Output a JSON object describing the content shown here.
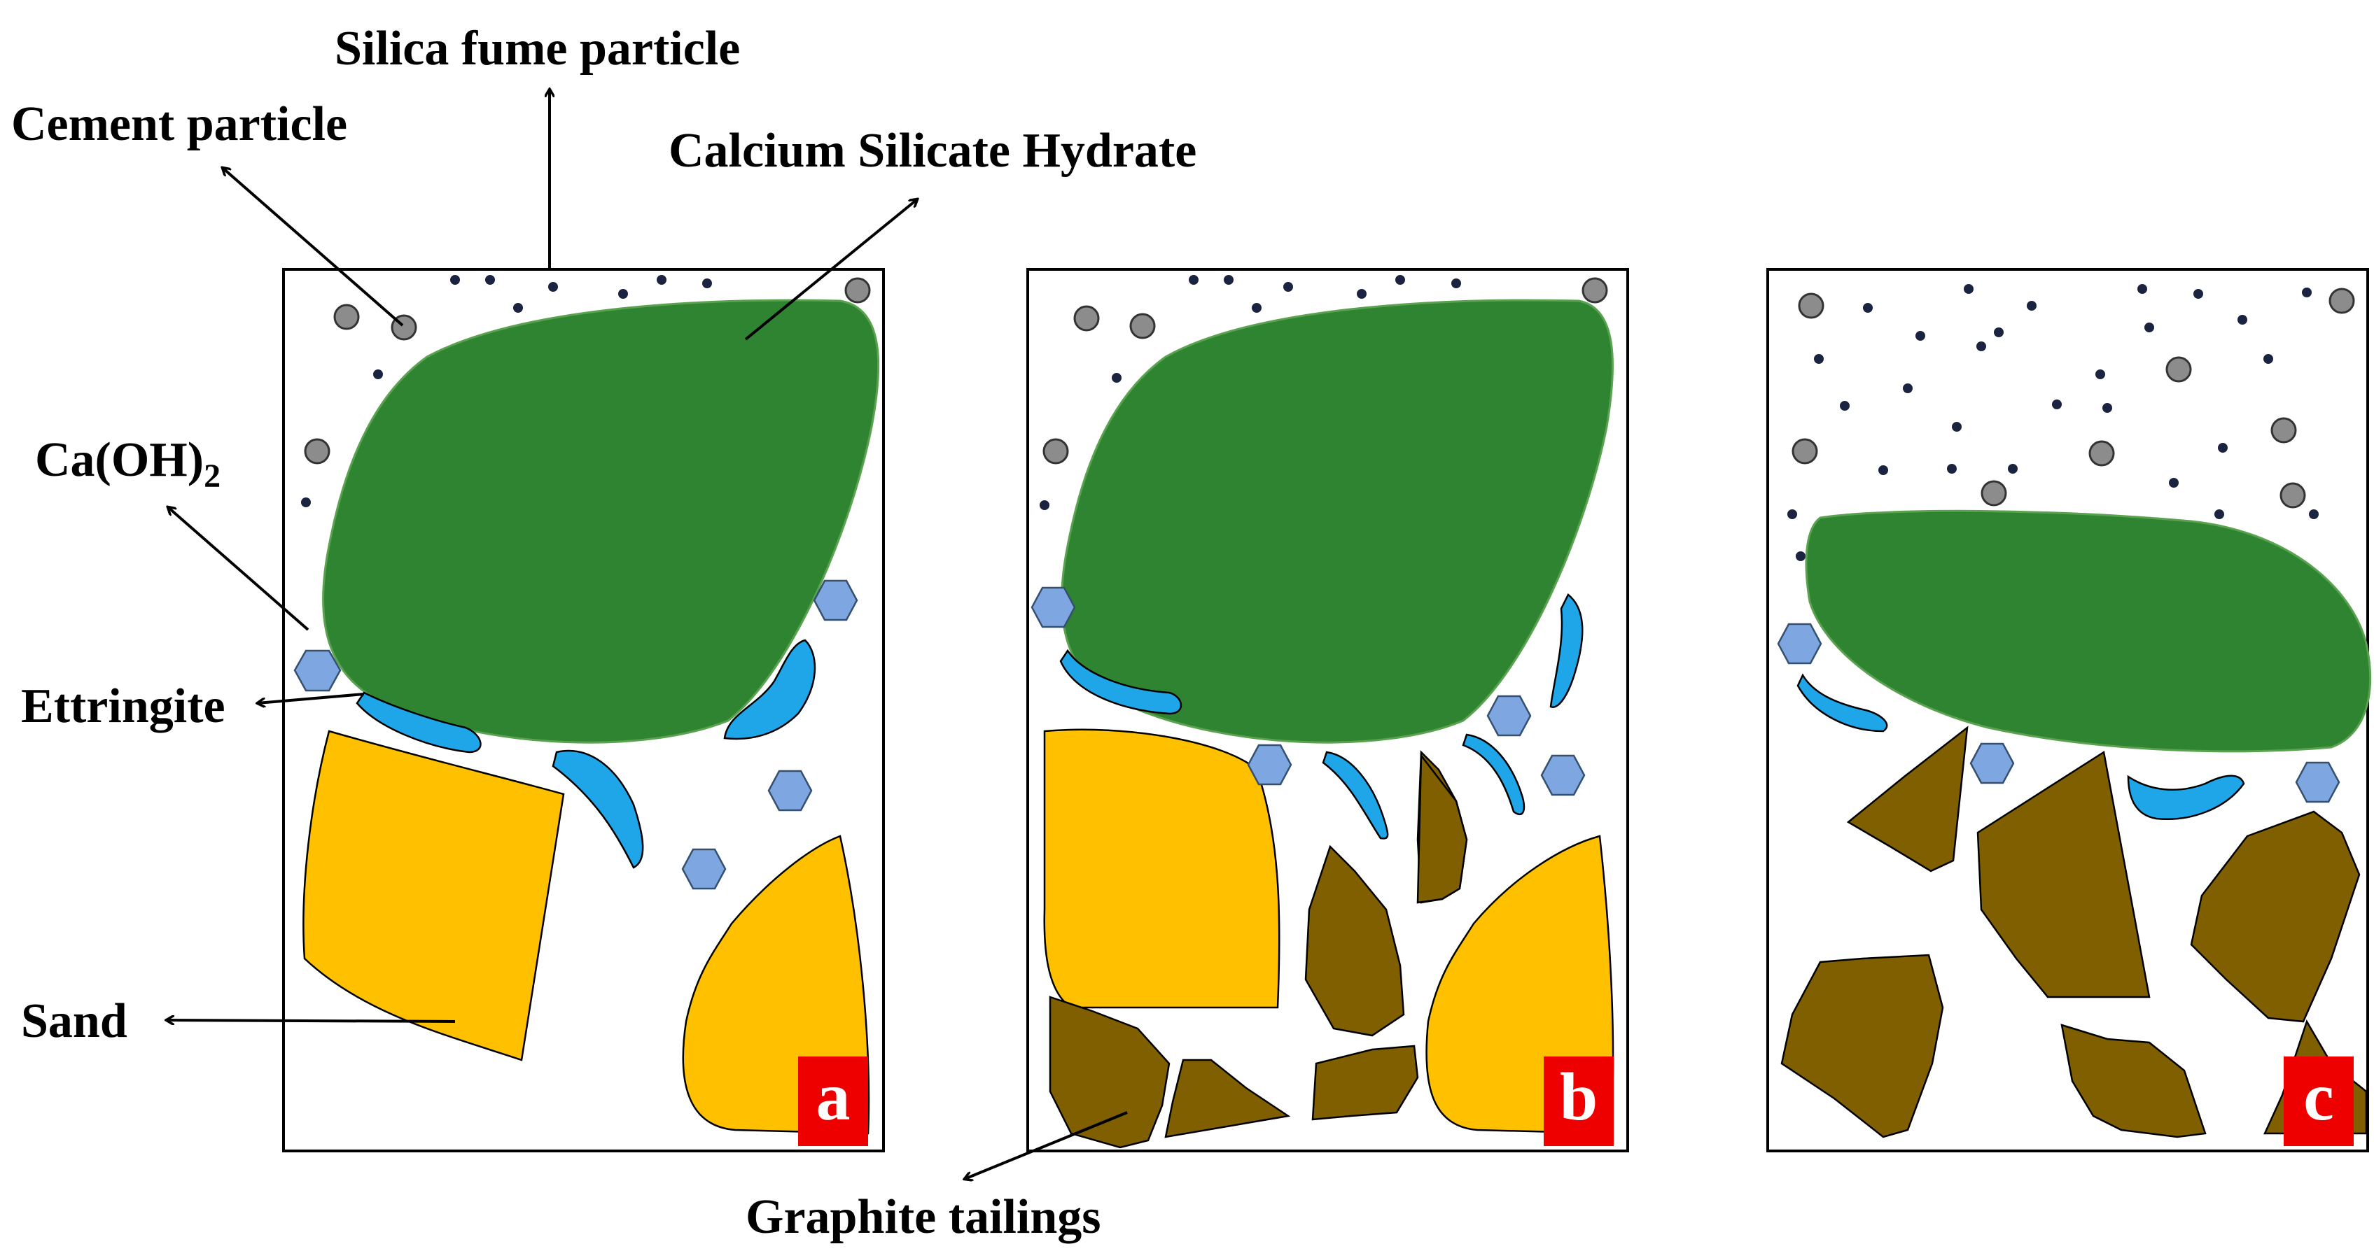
{
  "labels": {
    "silica_fume": "Silica fume particle",
    "cement": "Cement particle",
    "csh": "Calcium Silicate Hydrate",
    "caoh2_main": "Ca(OH)",
    "caoh2_sub": "2",
    "ettringite": "Ettringite",
    "sand": "Sand",
    "graphite": "Graphite tailings"
  },
  "panels": [
    {
      "id": "a",
      "badge": "a"
    },
    {
      "id": "b",
      "badge": "b"
    },
    {
      "id": "c",
      "badge": "c"
    }
  ],
  "colors": {
    "csh": "#2f8431",
    "sand": "#ffc000",
    "graphite_tailings": "#7f5f00",
    "ettringite": "#1ea6e8",
    "caoh2": "#7ea6e0",
    "cement": "#8c8c8c",
    "silica_fume": "#1a2340",
    "badge": "#ee0000"
  }
}
